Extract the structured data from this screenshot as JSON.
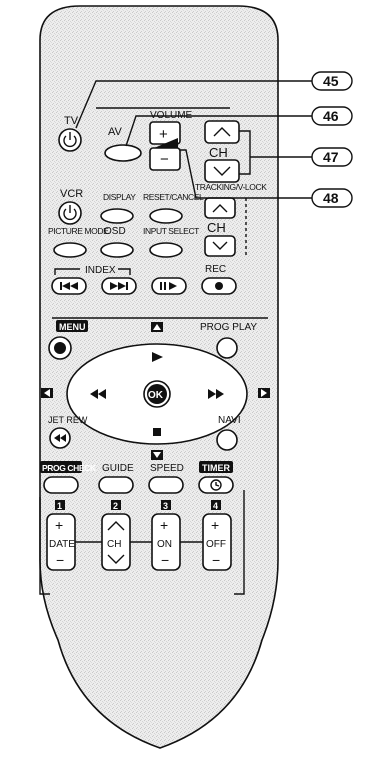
{
  "callouts": [
    "45",
    "46",
    "47",
    "48"
  ],
  "labels": {
    "tv": "TV",
    "av": "AV",
    "volume": "VOLUME",
    "ch": "CH",
    "vcr": "VCR",
    "display": "DISPLAY",
    "reset_cancel": "RESET/CANCEL",
    "tracking_v_lock": "TRACKING/V-LOCK",
    "picture_mode": "PICTURE MODE",
    "osd": "OSD",
    "input_select": "INPUT SELECT",
    "index": "INDEX",
    "rec": "REC",
    "menu": "MENU",
    "prog_play": "PROG PLAY",
    "ok": "OK",
    "jet_rew": "JET REW",
    "navi": "NAVI",
    "prog_check": "PROG CHECK",
    "guide": "GUIDE",
    "speed": "SPEED",
    "timer": "TIMER",
    "date": "DATE",
    "on": "ON",
    "off": "OFF",
    "num1": "1",
    "num2": "2",
    "num3": "3",
    "num4": "4",
    "plus": "+",
    "minus": "−"
  },
  "icons": [
    "power-icon",
    "volume-ramp-icon",
    "chevron-up-icon",
    "chevron-down-icon",
    "skip-back-icon",
    "skip-forward-icon",
    "play-pause-icon",
    "record-icon",
    "play-icon",
    "rewind-icon",
    "fast-forward-icon",
    "stop-icon",
    "clock-icon"
  ]
}
